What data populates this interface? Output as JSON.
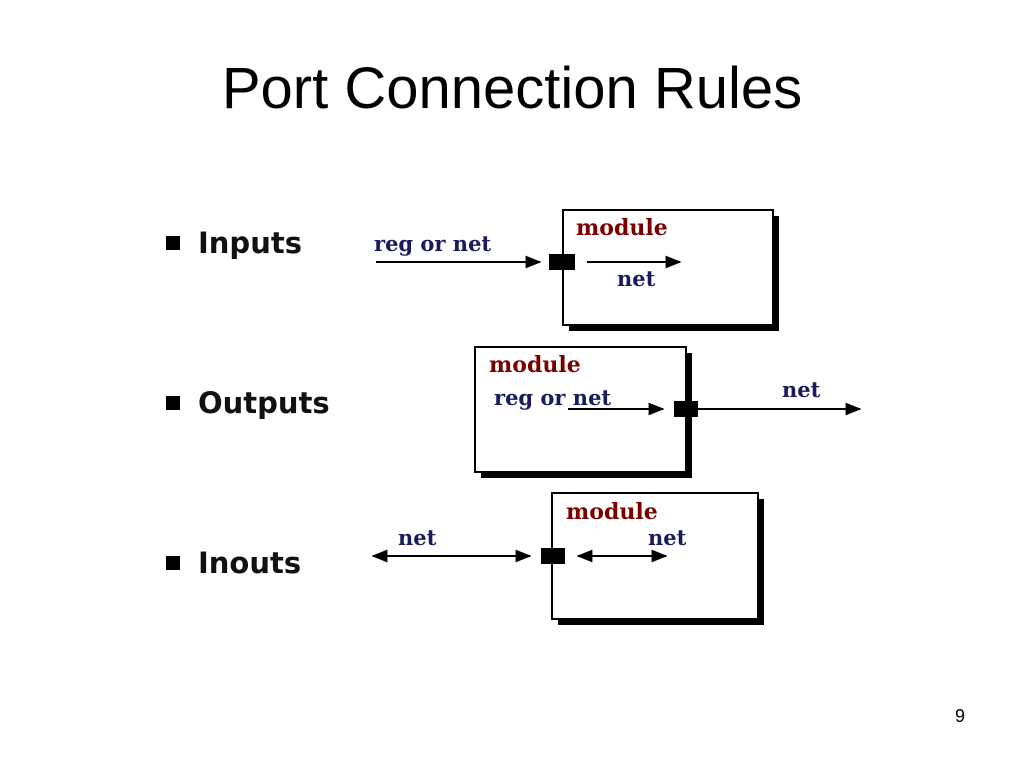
{
  "title": "Port Connection Rules",
  "page_number": "9",
  "colors": {
    "module_label": "#7a0000",
    "signal_label": "#1a1a5e",
    "port": "#000000",
    "box_shadow": "#000000"
  },
  "bullets": [
    {
      "label": "Inputs"
    },
    {
      "label": "Outputs"
    },
    {
      "label": "Inouts"
    }
  ],
  "diagrams": {
    "inputs": {
      "module": "module",
      "outside_signal": "reg or net",
      "inside_signal": "net"
    },
    "outputs": {
      "module": "module",
      "inside_signal": "reg or net",
      "outside_signal": "net"
    },
    "inouts": {
      "module": "module",
      "outside_signal": "net",
      "inside_signal": "net"
    }
  }
}
